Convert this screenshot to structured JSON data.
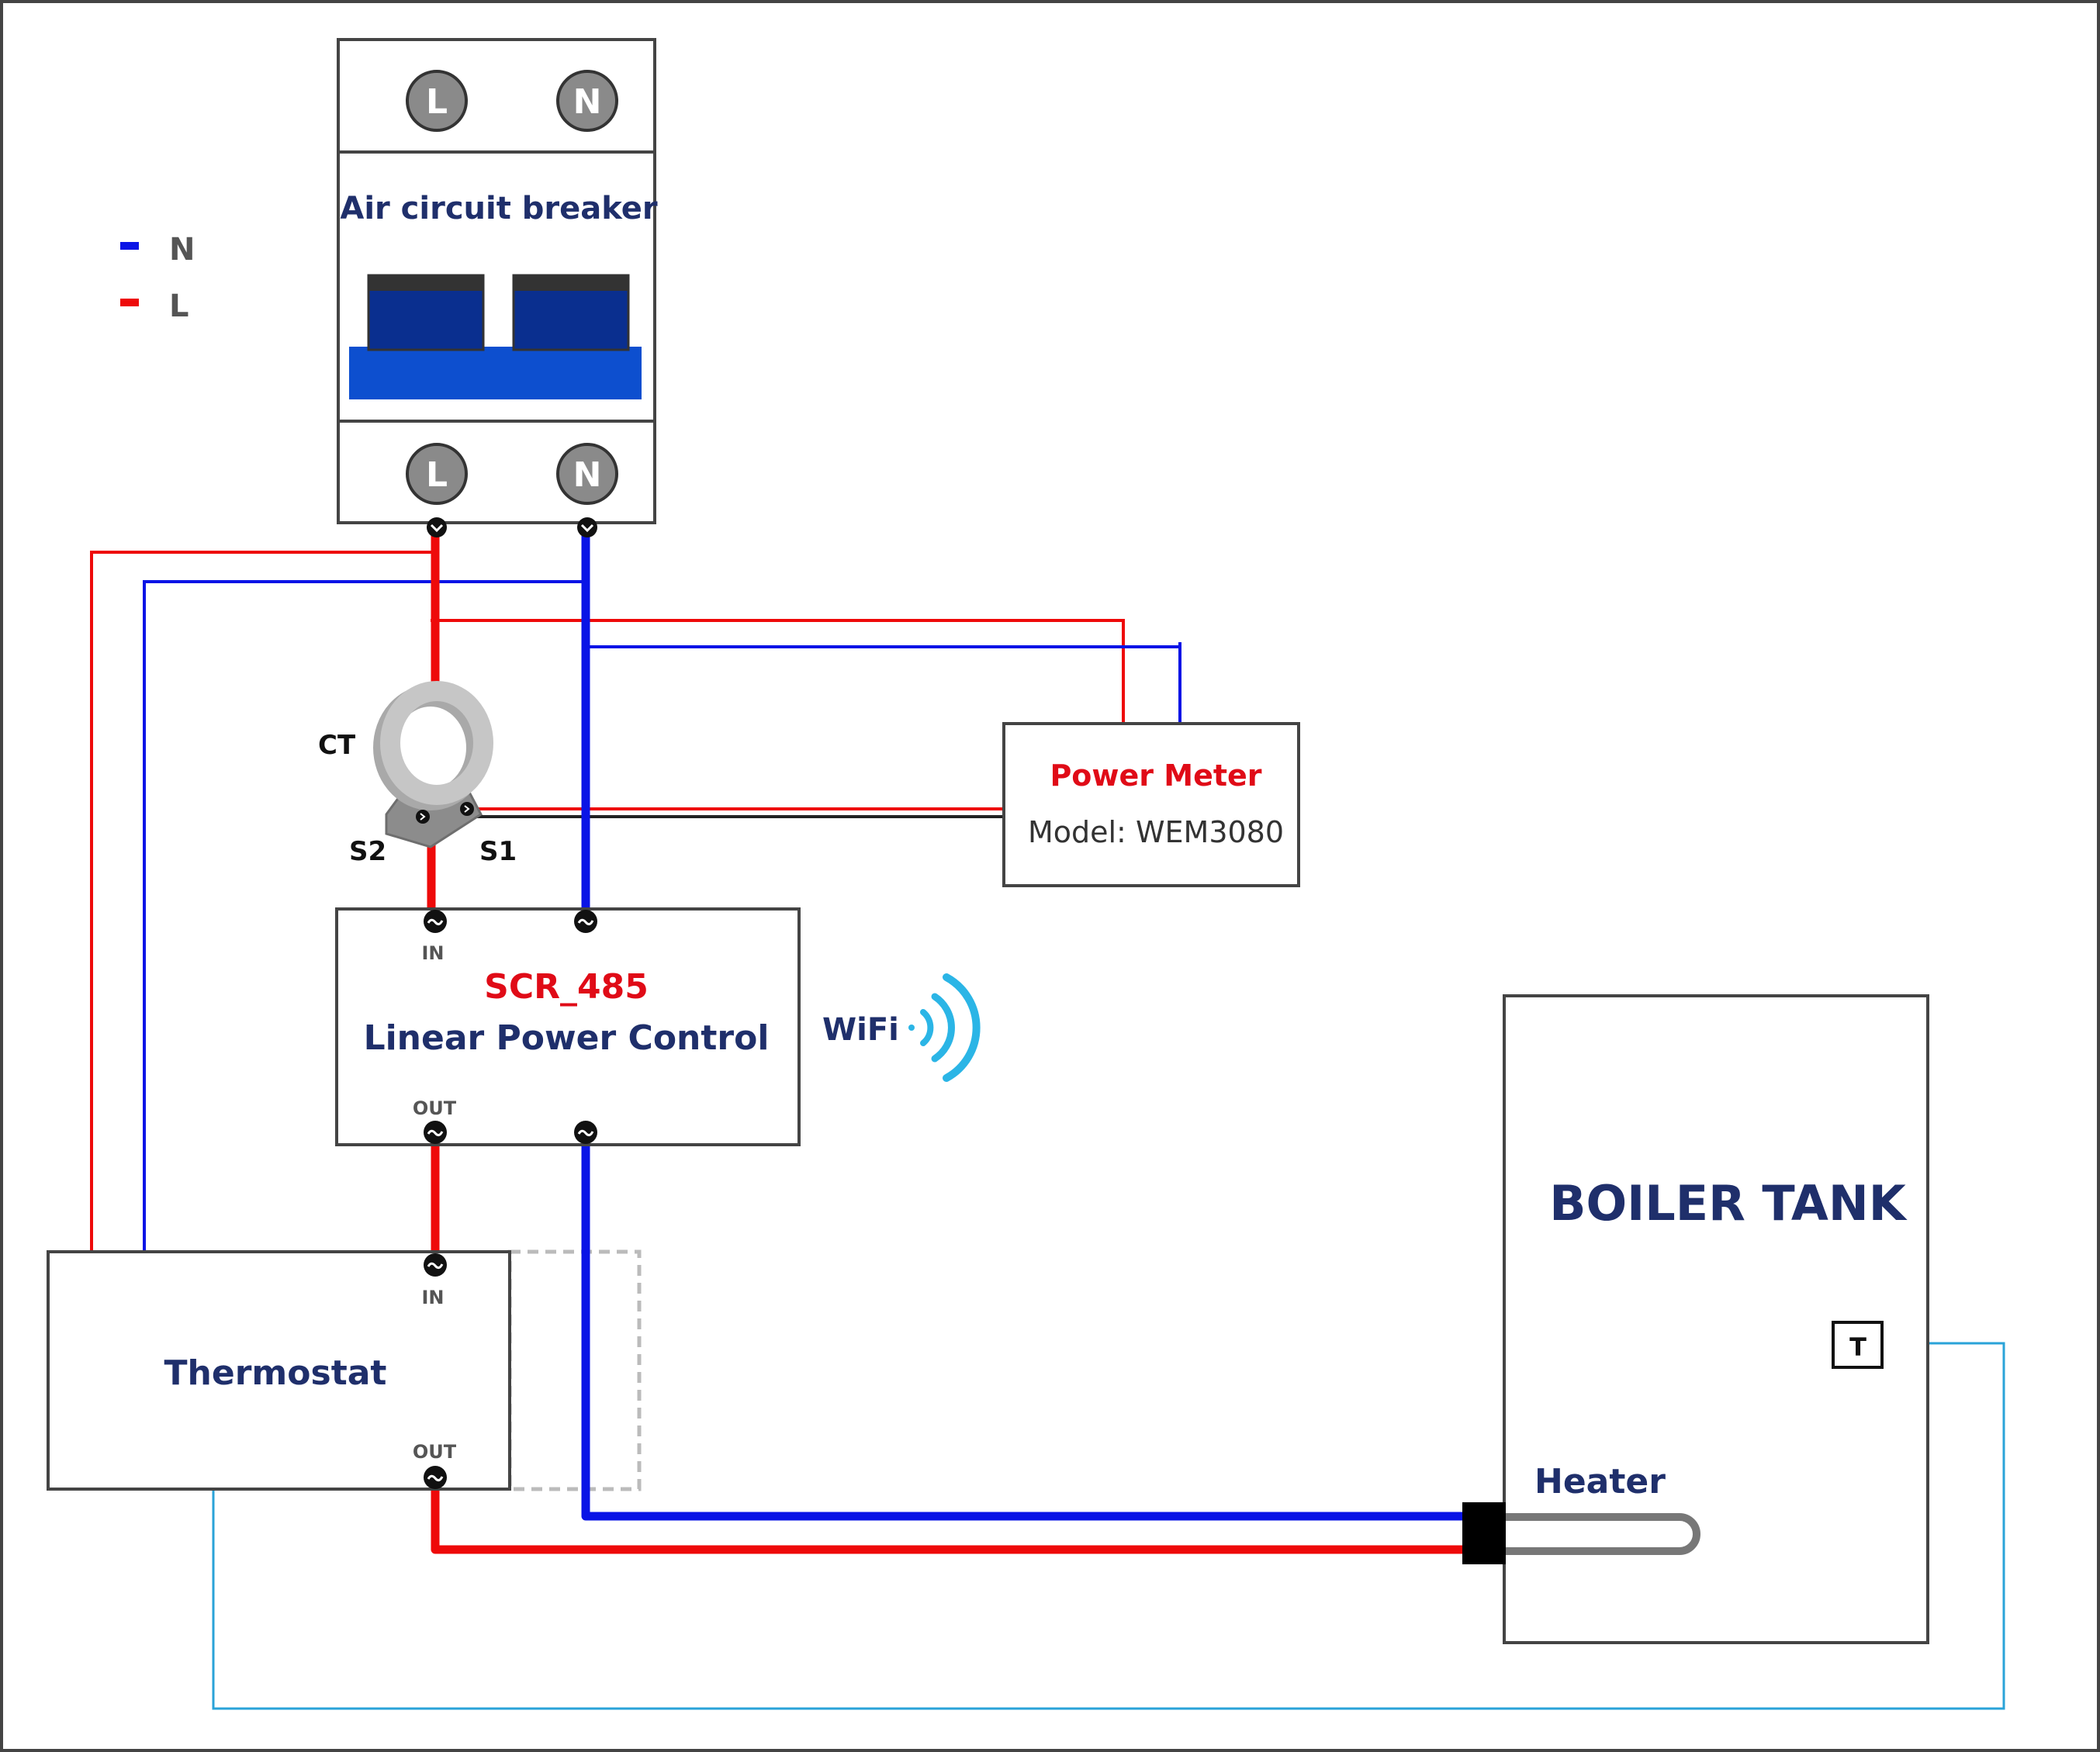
{
  "legend": {
    "neutral": {
      "label": "N",
      "color": "#0a14e6"
    },
    "live": {
      "label": "L",
      "color": "#ee0a0a"
    }
  },
  "breaker": {
    "title": "Air circuit breaker",
    "top_terminals": [
      "L",
      "N"
    ],
    "bottom_terminals": [
      "L",
      "N"
    ]
  },
  "ct": {
    "label": "CT",
    "s2": "S2",
    "s1": "S1"
  },
  "power_meter": {
    "title": "Power Meter",
    "model": "Model:  WEM3080"
  },
  "scr": {
    "title": "SCR_485",
    "subtitle": "Linear Power Control",
    "in_label": "IN",
    "out_label": "OUT"
  },
  "wifi": {
    "label": "WiFi"
  },
  "thermostat": {
    "title": "Thermostat",
    "in_label": "IN",
    "out_label": "OUT"
  },
  "boiler": {
    "title": "BOILER TANK",
    "heater_label": "Heater",
    "sensor_label": "T"
  },
  "colors": {
    "navy": "#1f2f6b",
    "red_text": "#e00b17",
    "wire_blue": "#0a14e6",
    "wire_red": "#ee0a0a",
    "sensor_wire": "#2aa3d8",
    "terminal_grey": "#8a8a8a",
    "breaker_blue": "#0d4fcf",
    "breaker_dark_blue": "#0a2f8f"
  }
}
